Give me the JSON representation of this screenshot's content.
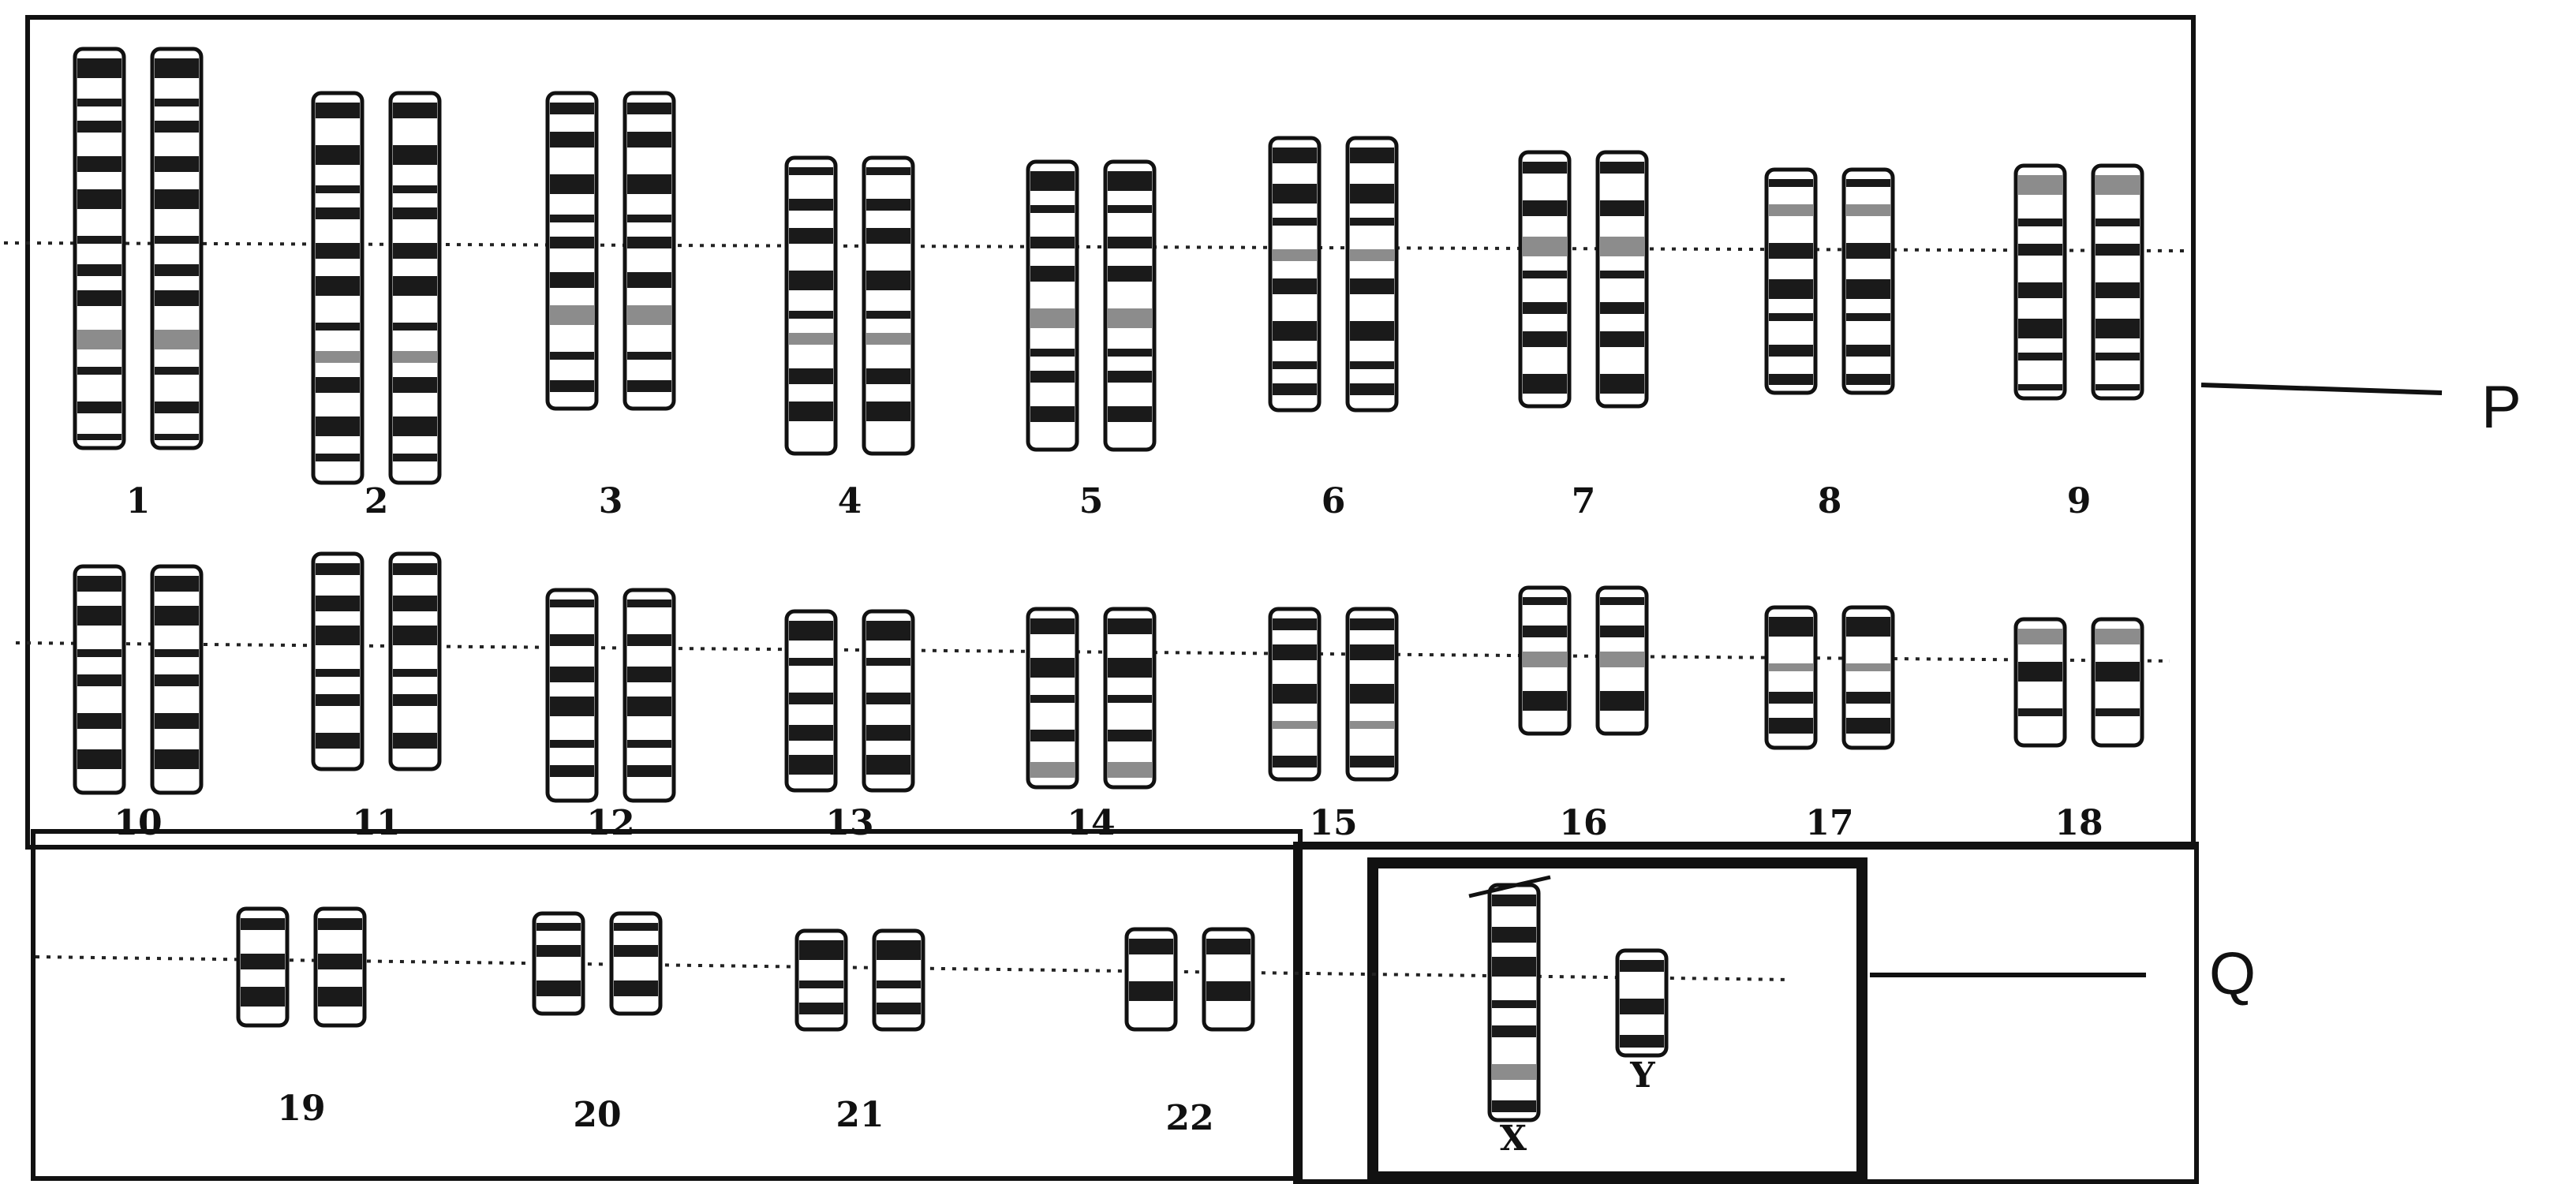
{
  "labels": {
    "p": "P",
    "q": "Q"
  },
  "pairs": [
    {
      "number": "1"
    },
    {
      "number": "2"
    },
    {
      "number": "3"
    },
    {
      "number": "4"
    },
    {
      "number": "5"
    },
    {
      "number": "6"
    },
    {
      "number": "7"
    },
    {
      "number": "8"
    },
    {
      "number": "9"
    },
    {
      "number": "10"
    },
    {
      "number": "11"
    },
    {
      "number": "12"
    },
    {
      "number": "13"
    },
    {
      "number": "14"
    },
    {
      "number": "15"
    },
    {
      "number": "16"
    },
    {
      "number": "17"
    },
    {
      "number": "18"
    },
    {
      "number": "19"
    },
    {
      "number": "20"
    },
    {
      "number": "21"
    },
    {
      "number": "22"
    }
  ],
  "sex_chromosomes": {
    "x_label": "X",
    "y_label": "Y"
  },
  "colors": {
    "dark_band": "#1a1a1a",
    "grey_band": "#8c8c8c",
    "outline": "#111111"
  }
}
